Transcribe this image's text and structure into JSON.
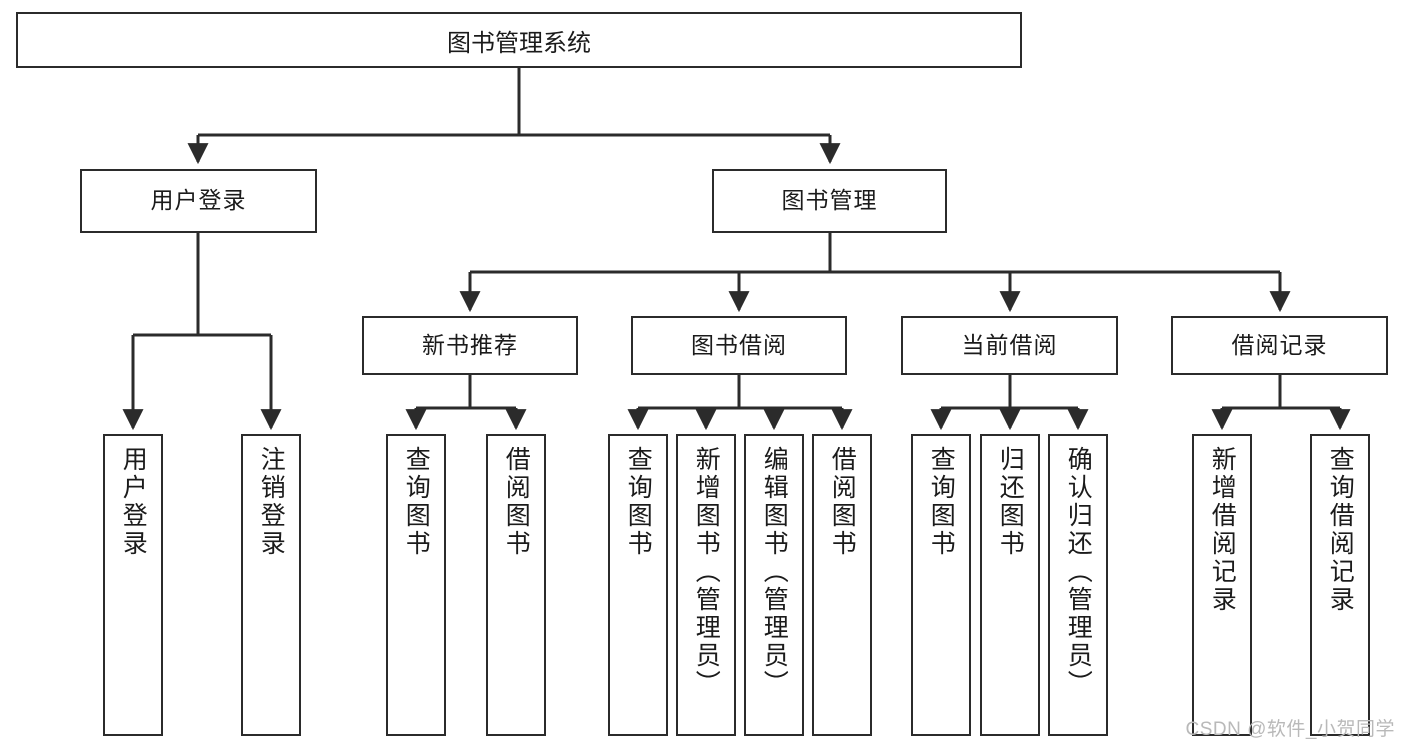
{
  "diagram": {
    "title": "图书管理系统",
    "watermark": "CSDN @软件_小贺同学",
    "colors": {
      "stroke": "#2b2b2b",
      "fill": "#ffffff",
      "text": "#1b1b1b",
      "watermark": "#b9b9b9"
    },
    "root": {
      "label": "图书管理系统"
    },
    "level2": [
      {
        "label": "用户登录"
      },
      {
        "label": "图书管理"
      }
    ],
    "level3": [
      {
        "label": "新书推荐"
      },
      {
        "label": "图书借阅"
      },
      {
        "label": "当前借阅"
      },
      {
        "label": "借阅记录"
      }
    ],
    "leaves": {
      "user_login": [
        {
          "label": "用户登录"
        },
        {
          "label": "注销登录"
        }
      ],
      "new_book": [
        {
          "label": "查询图书"
        },
        {
          "label": "借阅图书"
        }
      ],
      "book_borrow": [
        {
          "label": "查询图书"
        },
        {
          "label": "新增图书（管理员）"
        },
        {
          "label": "编辑图书（管理员）"
        },
        {
          "label": "借阅图书"
        }
      ],
      "current_borrow": [
        {
          "label": "查询图书"
        },
        {
          "label": "归还图书"
        },
        {
          "label": "确认归还（管理员）"
        }
      ],
      "borrow_record": [
        {
          "label": "新增借阅记录"
        },
        {
          "label": "查询借阅记录"
        }
      ]
    }
  }
}
